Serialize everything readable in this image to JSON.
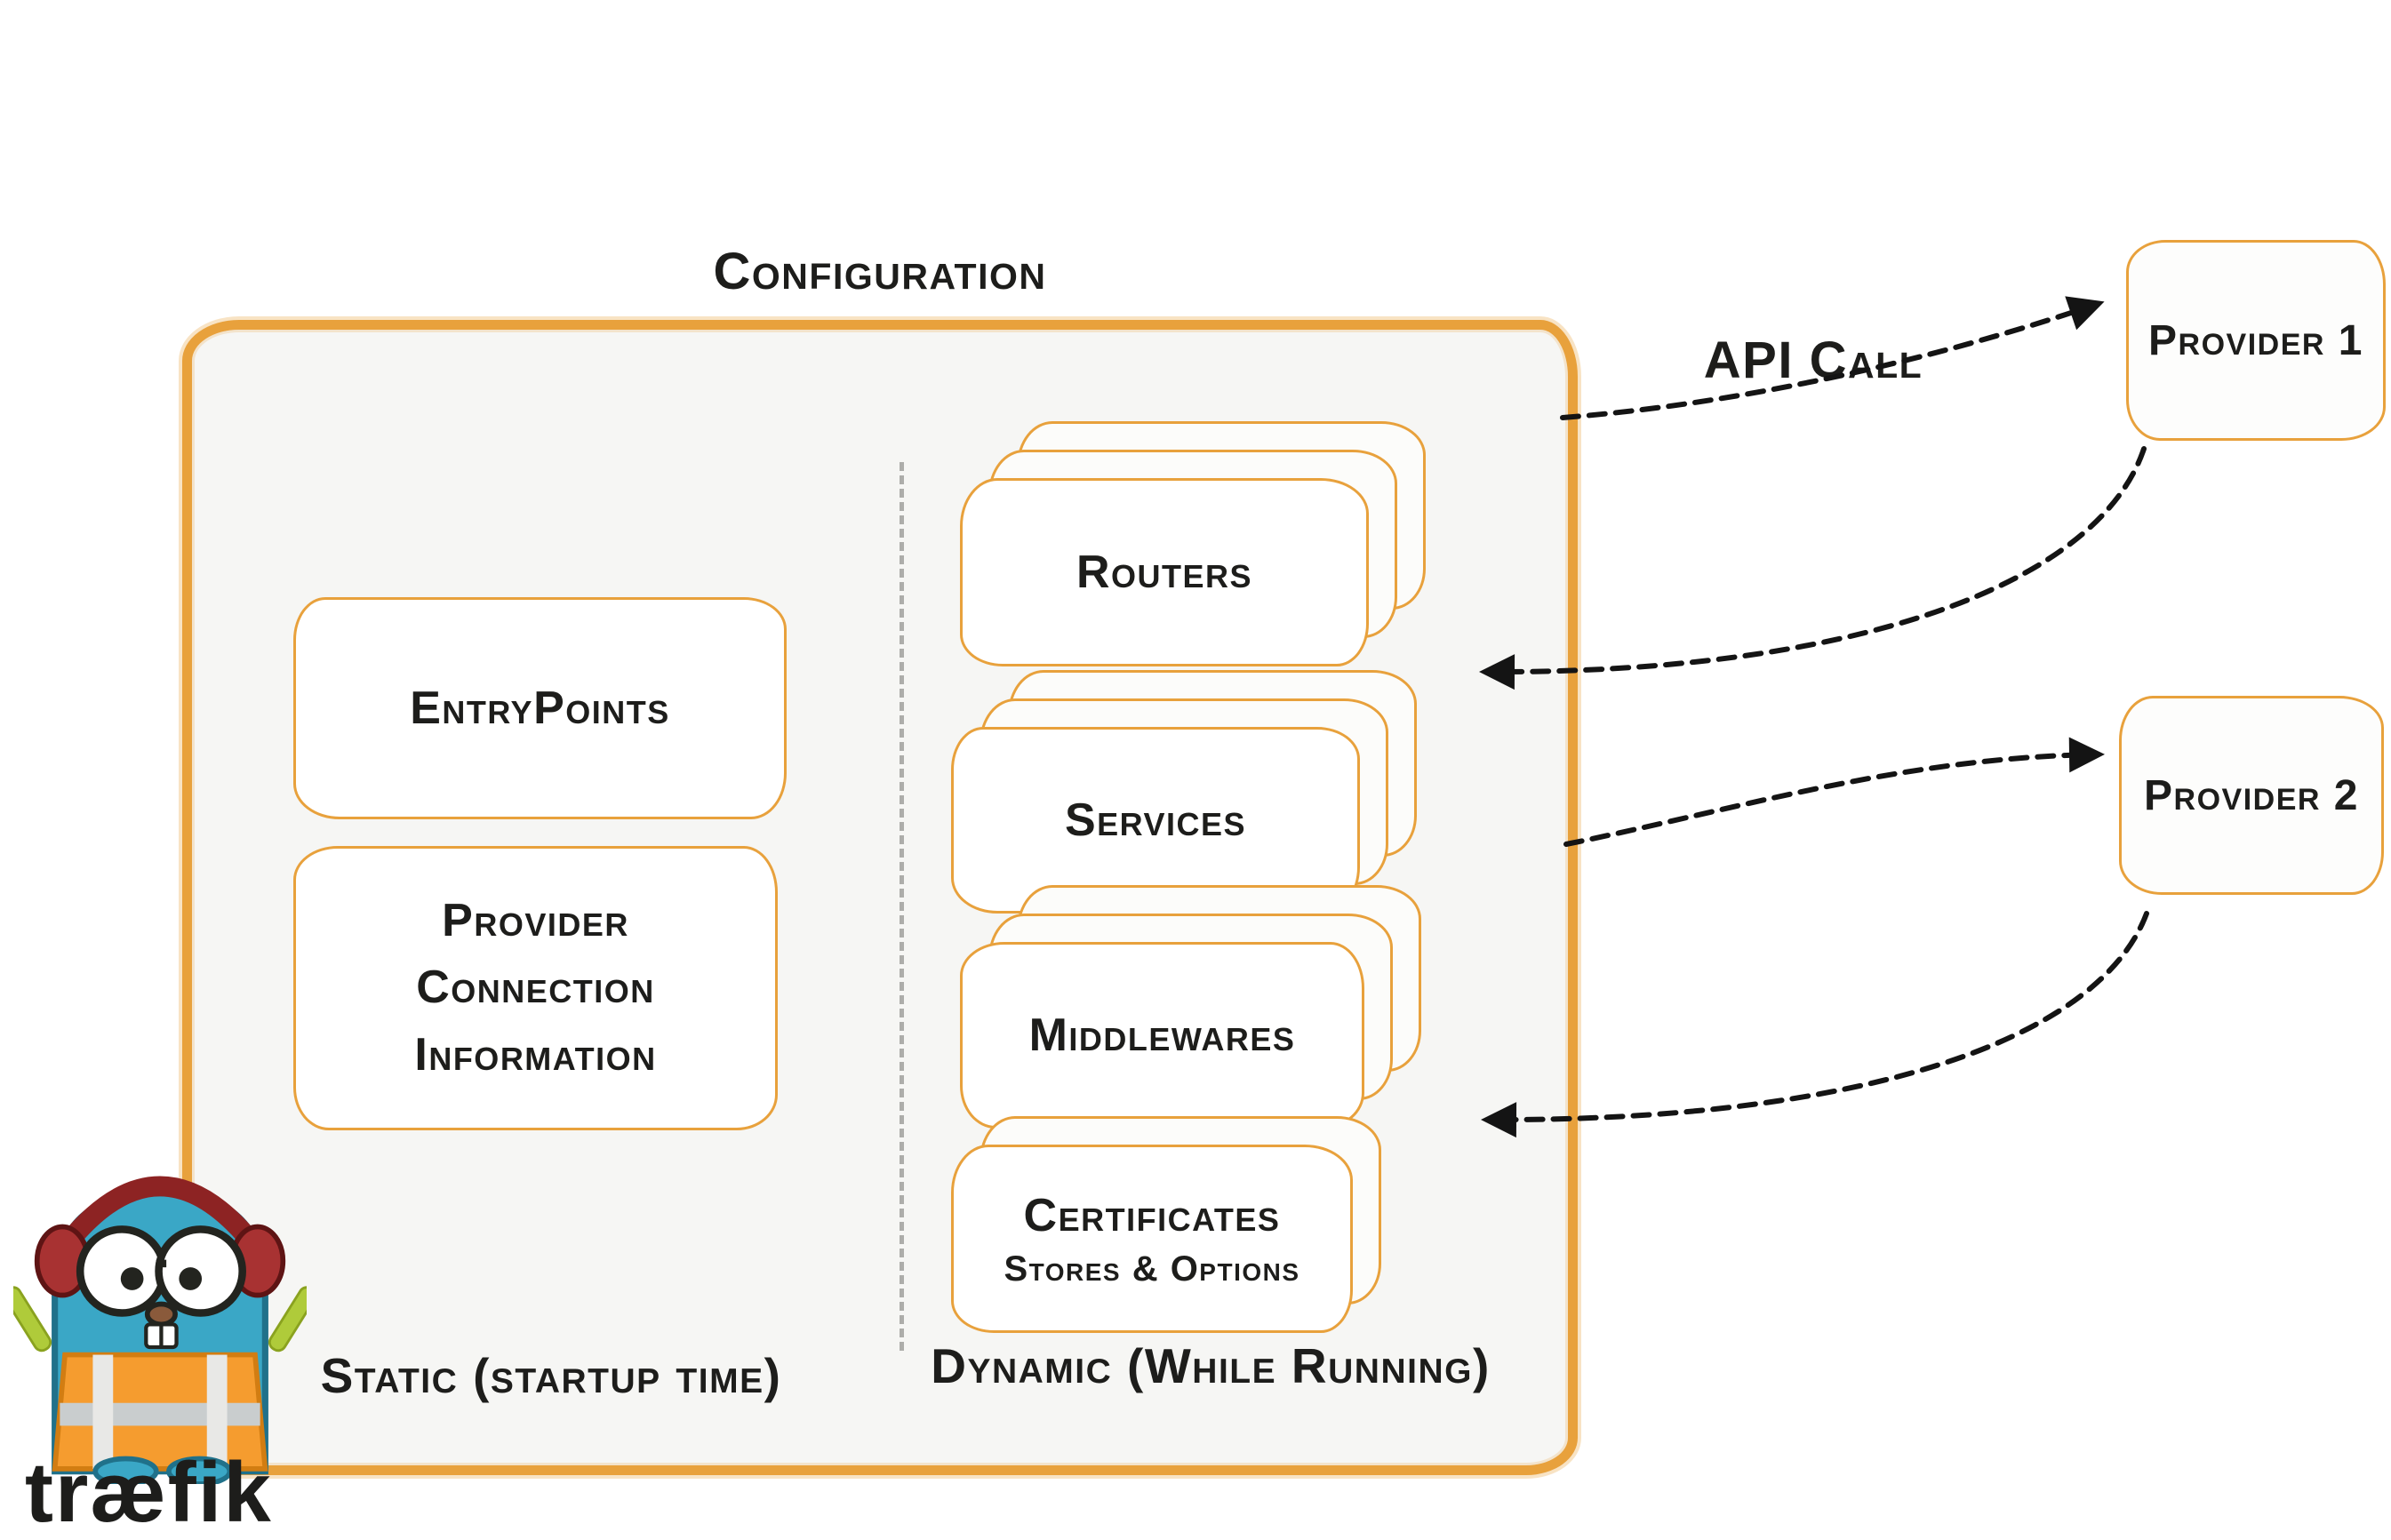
{
  "diagram": {
    "title": "Configuration",
    "static_column": {
      "caption": "Static (startup time)",
      "entrypoints_label": "EntryPoints",
      "provider_info_label": "Provider\nConnection\nInformation"
    },
    "dynamic_column": {
      "caption": "Dynamic (While Running)",
      "routers_label": "Routers",
      "services_label": "Services",
      "middlewares_label": "Middlewares",
      "certificates_label": "Certificates",
      "certificates_sublabel": "Stores & Options"
    },
    "api_call_label": "API Call",
    "providers": [
      {
        "label": "Provider 1"
      },
      {
        "label": "Provider 2"
      }
    ],
    "logo": {
      "wordmark": "træfik"
    },
    "icons": {
      "arrows": [
        "api-call-arrow",
        "provider1-return-arrow",
        "provider2-call-arrow",
        "provider2-return-arrow"
      ],
      "mascot": "traefik-gopher-mascot"
    },
    "colors": {
      "accent_orange": "#E8A13C",
      "panel_fill": "#F6F6F4",
      "card_fill": "#FFFFFF",
      "text": "#1D1D1B",
      "arrow_black": "#141414",
      "divider_gray": "#9B9B98",
      "mascot_teal": "#3AA7C6",
      "vest_orange": "#F59C2F"
    }
  }
}
